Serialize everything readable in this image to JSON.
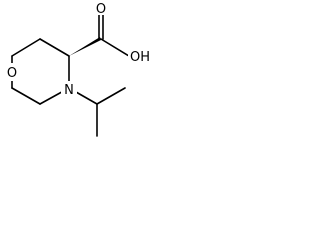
{
  "structure": {
    "atom_labels": {
      "ring_oxygen": "O",
      "ring_nitrogen": "N",
      "carbonyl_oxygen": "O",
      "hydroxyl": "OH"
    },
    "colors": {
      "bond": "#000000",
      "label": "#000000",
      "background": "#ffffff"
    }
  }
}
